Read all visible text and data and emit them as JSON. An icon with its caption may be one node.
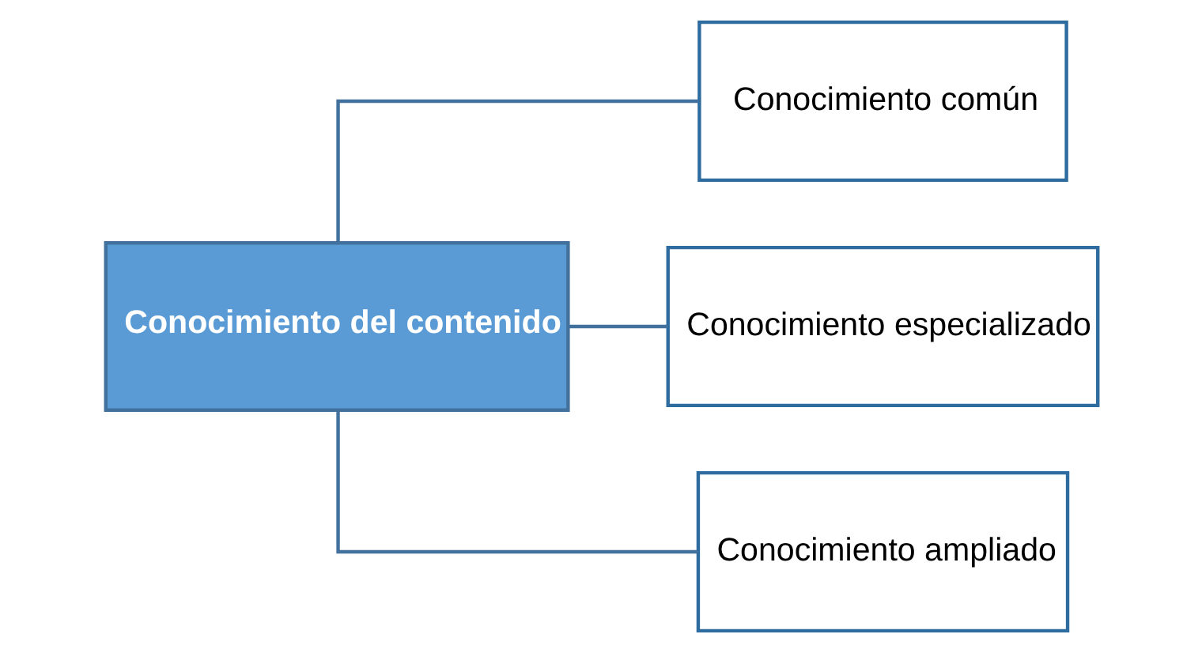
{
  "diagram": {
    "nodes": [
      {
        "text": [
          "Conocimiento del contenido"
        ]
      },
      {
        "text": [
          "Conocimiento común"
        ]
      },
      {
        "text": [
          "Conocimiento especializado"
        ]
      },
      {
        "text": [
          "Conocimiento ampliado"
        ]
      }
    ],
    "edges": [
      {
        "from": 0,
        "to": 1,
        "arrow": "none"
      },
      {
        "from": 0,
        "to": 2,
        "arrow": "none"
      },
      {
        "from": 0,
        "to": 3,
        "arrow": "none"
      }
    ]
  }
}
